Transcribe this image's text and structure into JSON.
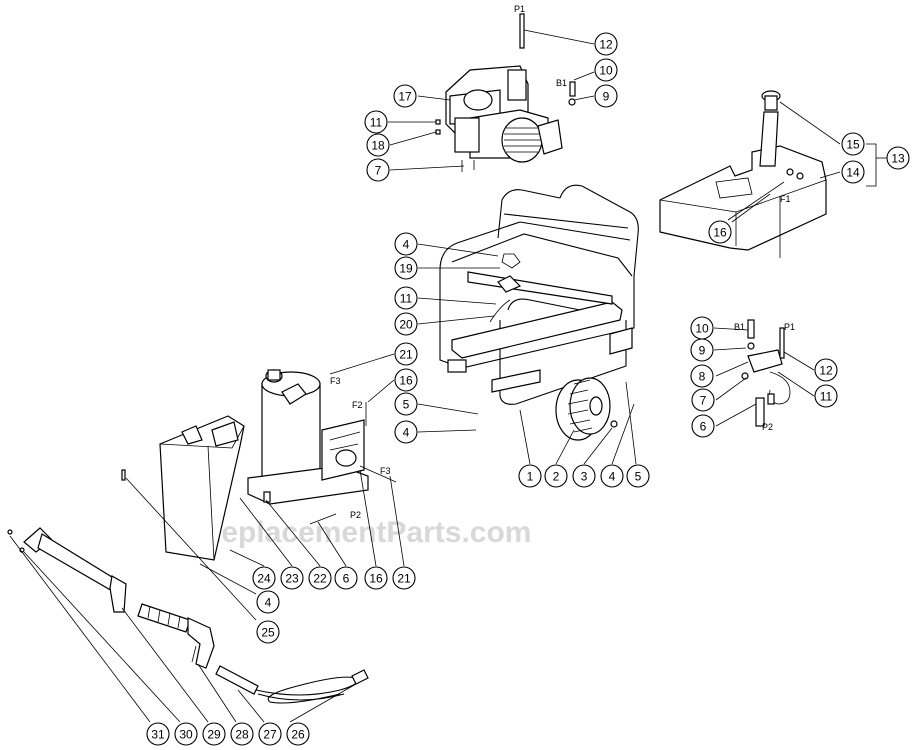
{
  "watermark": "eReplacementParts.com",
  "callouts": [
    {
      "id": "c12a",
      "label": "12"
    },
    {
      "id": "c10a",
      "label": "10"
    },
    {
      "id": "c9a",
      "label": "9"
    },
    {
      "id": "c17",
      "label": "17"
    },
    {
      "id": "c11a",
      "label": "11"
    },
    {
      "id": "c18",
      "label": "18"
    },
    {
      "id": "c7a",
      "label": "7"
    },
    {
      "id": "c15",
      "label": "15"
    },
    {
      "id": "c14",
      "label": "14"
    },
    {
      "id": "c13",
      "label": "13"
    },
    {
      "id": "c16a",
      "label": "16"
    },
    {
      "id": "c4a",
      "label": "4"
    },
    {
      "id": "c19",
      "label": "19"
    },
    {
      "id": "c11b",
      "label": "11"
    },
    {
      "id": "c20",
      "label": "20"
    },
    {
      "id": "c21a",
      "label": "21"
    },
    {
      "id": "c16b",
      "label": "16"
    },
    {
      "id": "c5a",
      "label": "5"
    },
    {
      "id": "c4b",
      "label": "4"
    },
    {
      "id": "c10b",
      "label": "10"
    },
    {
      "id": "c9b",
      "label": "9"
    },
    {
      "id": "c8",
      "label": "8"
    },
    {
      "id": "c7b",
      "label": "7"
    },
    {
      "id": "c6a",
      "label": "6"
    },
    {
      "id": "c12b",
      "label": "12"
    },
    {
      "id": "c11c",
      "label": "11"
    },
    {
      "id": "c1",
      "label": "1"
    },
    {
      "id": "c2",
      "label": "2"
    },
    {
      "id": "c3",
      "label": "3"
    },
    {
      "id": "c4c",
      "label": "4"
    },
    {
      "id": "c5b",
      "label": "5"
    },
    {
      "id": "c24",
      "label": "24"
    },
    {
      "id": "c23",
      "label": "23"
    },
    {
      "id": "c22",
      "label": "22"
    },
    {
      "id": "c6b",
      "label": "6"
    },
    {
      "id": "c16c",
      "label": "16"
    },
    {
      "id": "c21b",
      "label": "21"
    },
    {
      "id": "c4d",
      "label": "4"
    },
    {
      "id": "c25",
      "label": "25"
    },
    {
      "id": "c31",
      "label": "31"
    },
    {
      "id": "c30",
      "label": "30"
    },
    {
      "id": "c29",
      "label": "29"
    },
    {
      "id": "c28",
      "label": "28"
    },
    {
      "id": "c27",
      "label": "27"
    },
    {
      "id": "c26",
      "label": "26"
    }
  ],
  "tags": [
    {
      "id": "tP1a",
      "label": "P1"
    },
    {
      "id": "tB1a",
      "label": "B1"
    },
    {
      "id": "tF1",
      "label": "F1"
    },
    {
      "id": "tB1b",
      "label": "B1"
    },
    {
      "id": "tP1b",
      "label": "P1"
    },
    {
      "id": "tP2a",
      "label": "P2"
    },
    {
      "id": "tF3a",
      "label": "F3"
    },
    {
      "id": "tF2",
      "label": "F2"
    },
    {
      "id": "tP2b",
      "label": "P2"
    },
    {
      "id": "tF3b",
      "label": "F3"
    }
  ]
}
